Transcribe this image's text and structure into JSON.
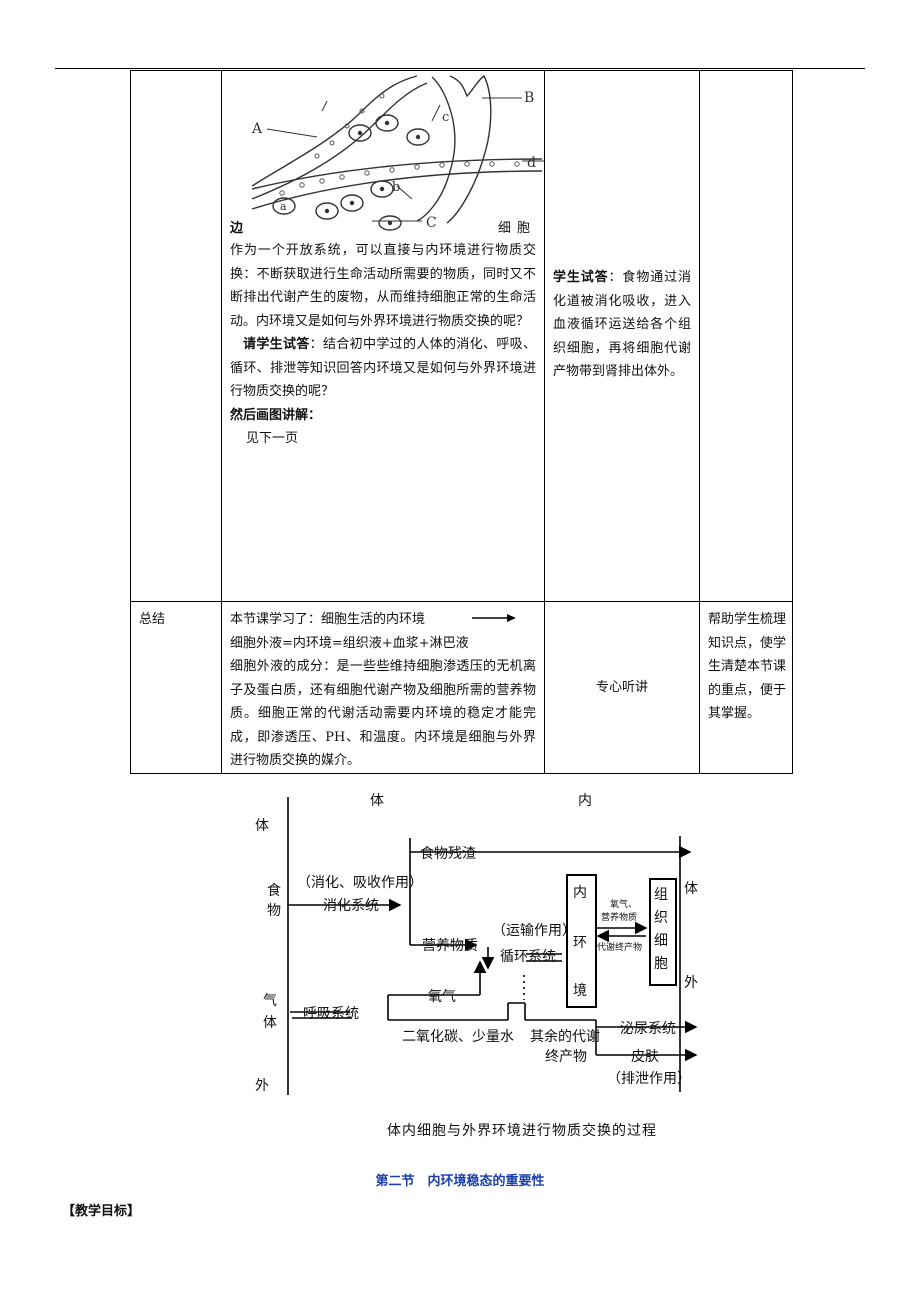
{
  "table": {
    "row1": {
      "fig_labels": {
        "A": "A",
        "B": "B",
        "c": "c",
        "d": "d",
        "b": "b",
        "a": "a",
        "C": "C"
      },
      "edge_word": "边",
      "cell_word": "细胞",
      "para1": "作为一个开放系统，可以直接与内环境进行物质交换：不断获取进行生命活动所需要的物质，同时又不断排出代谢产生的废物，从而维持细胞正常的生命活动。内环境又是如何与外界环境进行物质交换的呢？",
      "ask_label": "请学生试答",
      "ask_text": "：结合初中学过的人体的消化、呼吸、循环、排泄等知识回答内环境又是如何与外界环境进行物质交换的呢？",
      "draw_label": "然后画图讲解：",
      "see_next": "见下一页",
      "student_label": "学生试答",
      "student_text": "：食物通过消化道被消化吸收，进入血液循环运送给各个组织细胞，再将细胞代谢产物带到肾排出体外。"
    },
    "row2": {
      "col1": "总结",
      "line1": "本节课学习了：细胞生活的内环境",
      "line2": "细胞外液=内环境=组织液+血浆+淋巴液",
      "para": "细胞外液的成分：是一些些维持细胞渗透压的无机离子及蛋白质，还有细胞代谢产物及细胞所需的营养物质。细胞正常的代谢活动需要内环境的稳定才能完成，即渗透压、PH、和温度。内环境是细胞与外界进行物质交换的媒介。",
      "col3": "专心听讲",
      "col4": "帮助学生梳理知识点，使学生清楚本节课的重点，便于其掌握。"
    }
  },
  "diagram": {
    "top_ti": "体",
    "top_nei": "内",
    "left_ti": "体",
    "food1": "食",
    "food2": "物",
    "gas1": "气",
    "gas2": "体",
    "left_wai": "外",
    "digest1": "（消化、吸收作用）",
    "digest2": "消化系统",
    "residue": "食物残渣",
    "nutrients": "营养物质",
    "transport1": "（运输作用）",
    "transport2": "循环系统",
    "inner": [
      "内",
      "环",
      "境"
    ],
    "tissue": [
      "组",
      "织",
      "细",
      "胞"
    ],
    "o2_small": "氧气、",
    "nutr_small": "营养物质",
    "waste_small": "代谢终产物",
    "respire": "呼吸系统",
    "oxygen": "氧气",
    "co2": "二氧化碳、少量水",
    "other1": "其余的代谢",
    "other2": "终产物",
    "urinary": "泌尿系统",
    "skin": "皮肤",
    "excrete": "（排泄作用）",
    "right_ti": "体",
    "right_wai": "外",
    "caption": "体内细胞与外界环境进行物质交换的过程"
  },
  "section_title": "第二节　内环境稳态的重要性",
  "objectives_heading": "【教学目标】"
}
